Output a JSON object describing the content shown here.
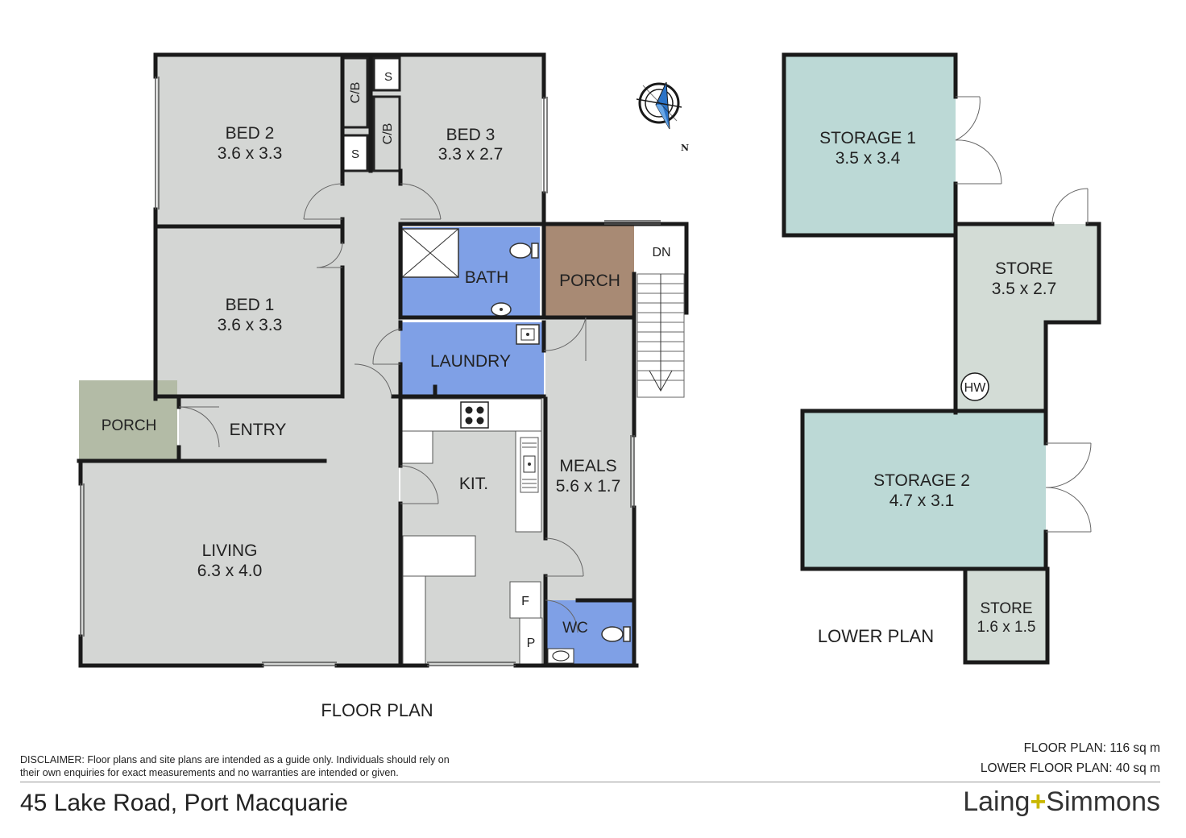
{
  "rooms": {
    "bed2": {
      "name": "BED 2",
      "dims": "3.6 x 3.3"
    },
    "bed3": {
      "name": "BED 3",
      "dims": "3.3 x 2.7"
    },
    "bed1": {
      "name": "BED 1",
      "dims": "3.6 x 3.3"
    },
    "bath": {
      "name": "BATH"
    },
    "laundry": {
      "name": "LAUNDRY"
    },
    "porch_upper": {
      "name": "PORCH"
    },
    "porch_entry": {
      "name": "PORCH"
    },
    "entry": {
      "name": "ENTRY"
    },
    "kitchen": {
      "name": "KIT."
    },
    "meals": {
      "name": "MEALS",
      "dims": "5.6 x 1.7"
    },
    "living": {
      "name": "LIVING",
      "dims": "6.3 x 4.0"
    },
    "wc": {
      "name": "WC"
    },
    "storage1": {
      "name": "STORAGE 1",
      "dims": "3.5 x 3.4"
    },
    "store_a": {
      "name": "STORE",
      "dims": "3.5 x 2.7"
    },
    "storage2": {
      "name": "STORAGE 2",
      "dims": "4.7 x 3.1"
    },
    "store_b": {
      "name": "STORE",
      "dims": "1.6 x 1.5"
    }
  },
  "fixtures": {
    "cb1": "C/B",
    "cb2": "C/B",
    "s1": "S",
    "s2": "S",
    "dn": "DN",
    "fridge": "F",
    "pantry": "P",
    "hw": "HW"
  },
  "compass": {
    "north": "N"
  },
  "plans": {
    "floor_title": "FLOOR PLAN",
    "lower_title": "LOWER PLAN"
  },
  "footer": {
    "disclaimer": "DISCLAIMER: Floor plans and site plans are intended as a guide only. Individuals should rely on their own enquiries for exact measurements and no warranties are intended or given.",
    "floor_area": "FLOOR PLAN: 116 sq m",
    "lower_area": "LOWER FLOOR PLAN: 40 sq m",
    "address": "45 Lake Road, Port Macquarie",
    "brand_left": "Laing",
    "brand_plus": "+",
    "brand_right": "Simmons"
  },
  "colors": {
    "room_grey": "#d4d6d4",
    "wet_blue": "#7fa0e6",
    "porch_brown": "#a88a74",
    "porch_green": "#b3bba6",
    "storage_teal": "#bcd9d6",
    "store_grey": "#d3dcd6",
    "wall": "#1a1a1a"
  }
}
